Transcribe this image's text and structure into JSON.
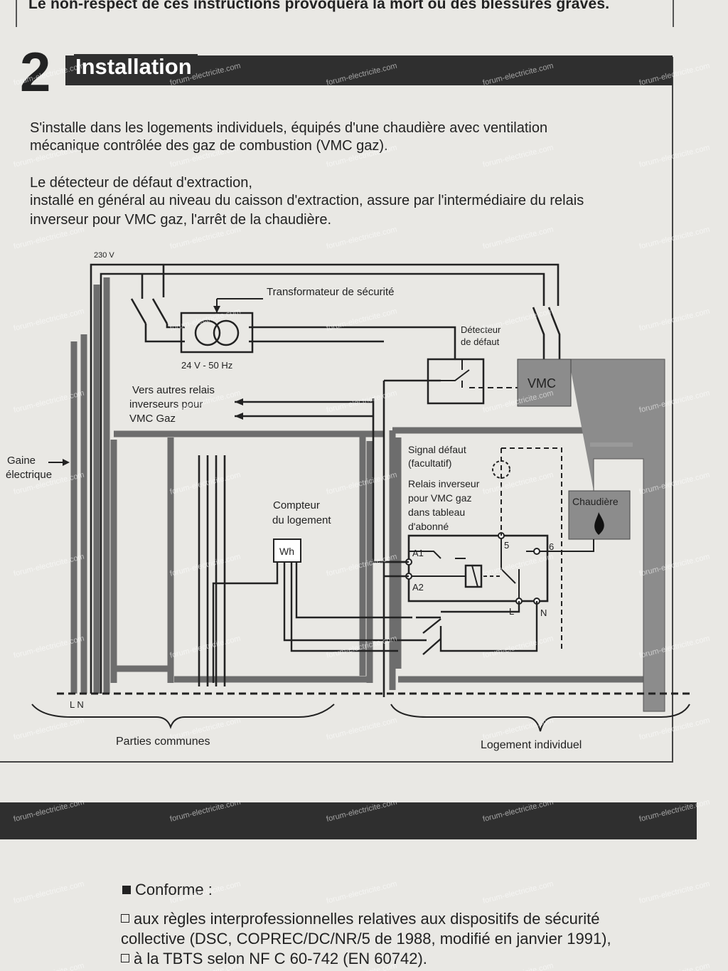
{
  "warning_text": "Le non-respect de ces instructions provoquera la mort ou des blessures graves.",
  "section": {
    "number": "2",
    "title": "Installation"
  },
  "paragraphs": {
    "p1_line1": "S'installe dans les logements individuels, équipés d'une chaudière avec ventilation",
    "p1_line2": "mécanique contrôlée des gaz de combustion (VMC gaz).",
    "p2_line1": "Le détecteur de défaut d'extraction,",
    "p2_line2": "installé en général au niveau du caisson d'extraction, assure par l'intermédiaire du relais",
    "p2_line3": "inverseur pour VMC gaz, l'arrêt de la chaudière."
  },
  "diagram": {
    "voltage": "230 V",
    "transformer_label": "Transformateur de sécurité",
    "transformer_rating": "24 V - 50 Hz",
    "detector_label_1": "Détecteur",
    "detector_label_2": "de défaut",
    "vmc_label": "VMC",
    "other_relays_1": "Vers autres relais",
    "other_relays_2": "inverseurs pour",
    "other_relays_3": "VMC Gaz",
    "gaine_1": "Gaine",
    "gaine_2": "électrique",
    "meter_label_1": "Compteur",
    "meter_label_2": "du logement",
    "meter_box": "Wh",
    "signal_1": "Signal défaut",
    "signal_2": "(facultatif)",
    "relay_1": "Relais inverseur",
    "relay_2": "pour VMC gaz",
    "relay_3": "dans tableau",
    "relay_4": "d'abonné",
    "boiler_label": "Chaudière",
    "terminal_a1": "A1",
    "terminal_a2": "A2",
    "terminal_5": "5",
    "terminal_6": "6",
    "terminal_l": "L",
    "terminal_n": "N",
    "ln_label": "L N",
    "zone_common": "Parties communes",
    "zone_private": "Logement individuel"
  },
  "conformity": {
    "title": "Conforme :",
    "line1": "aux règles interprofessionnelles relatives aux dispositifs de sécurité",
    "line2": "collective (DSC, COPREC/DC/NR/5 de 1988, modifié en janvier 1991),",
    "line3": "à la TBTS selon NF C 60-742 (EN 60742)."
  },
  "watermark": "forum-electricite.com"
}
